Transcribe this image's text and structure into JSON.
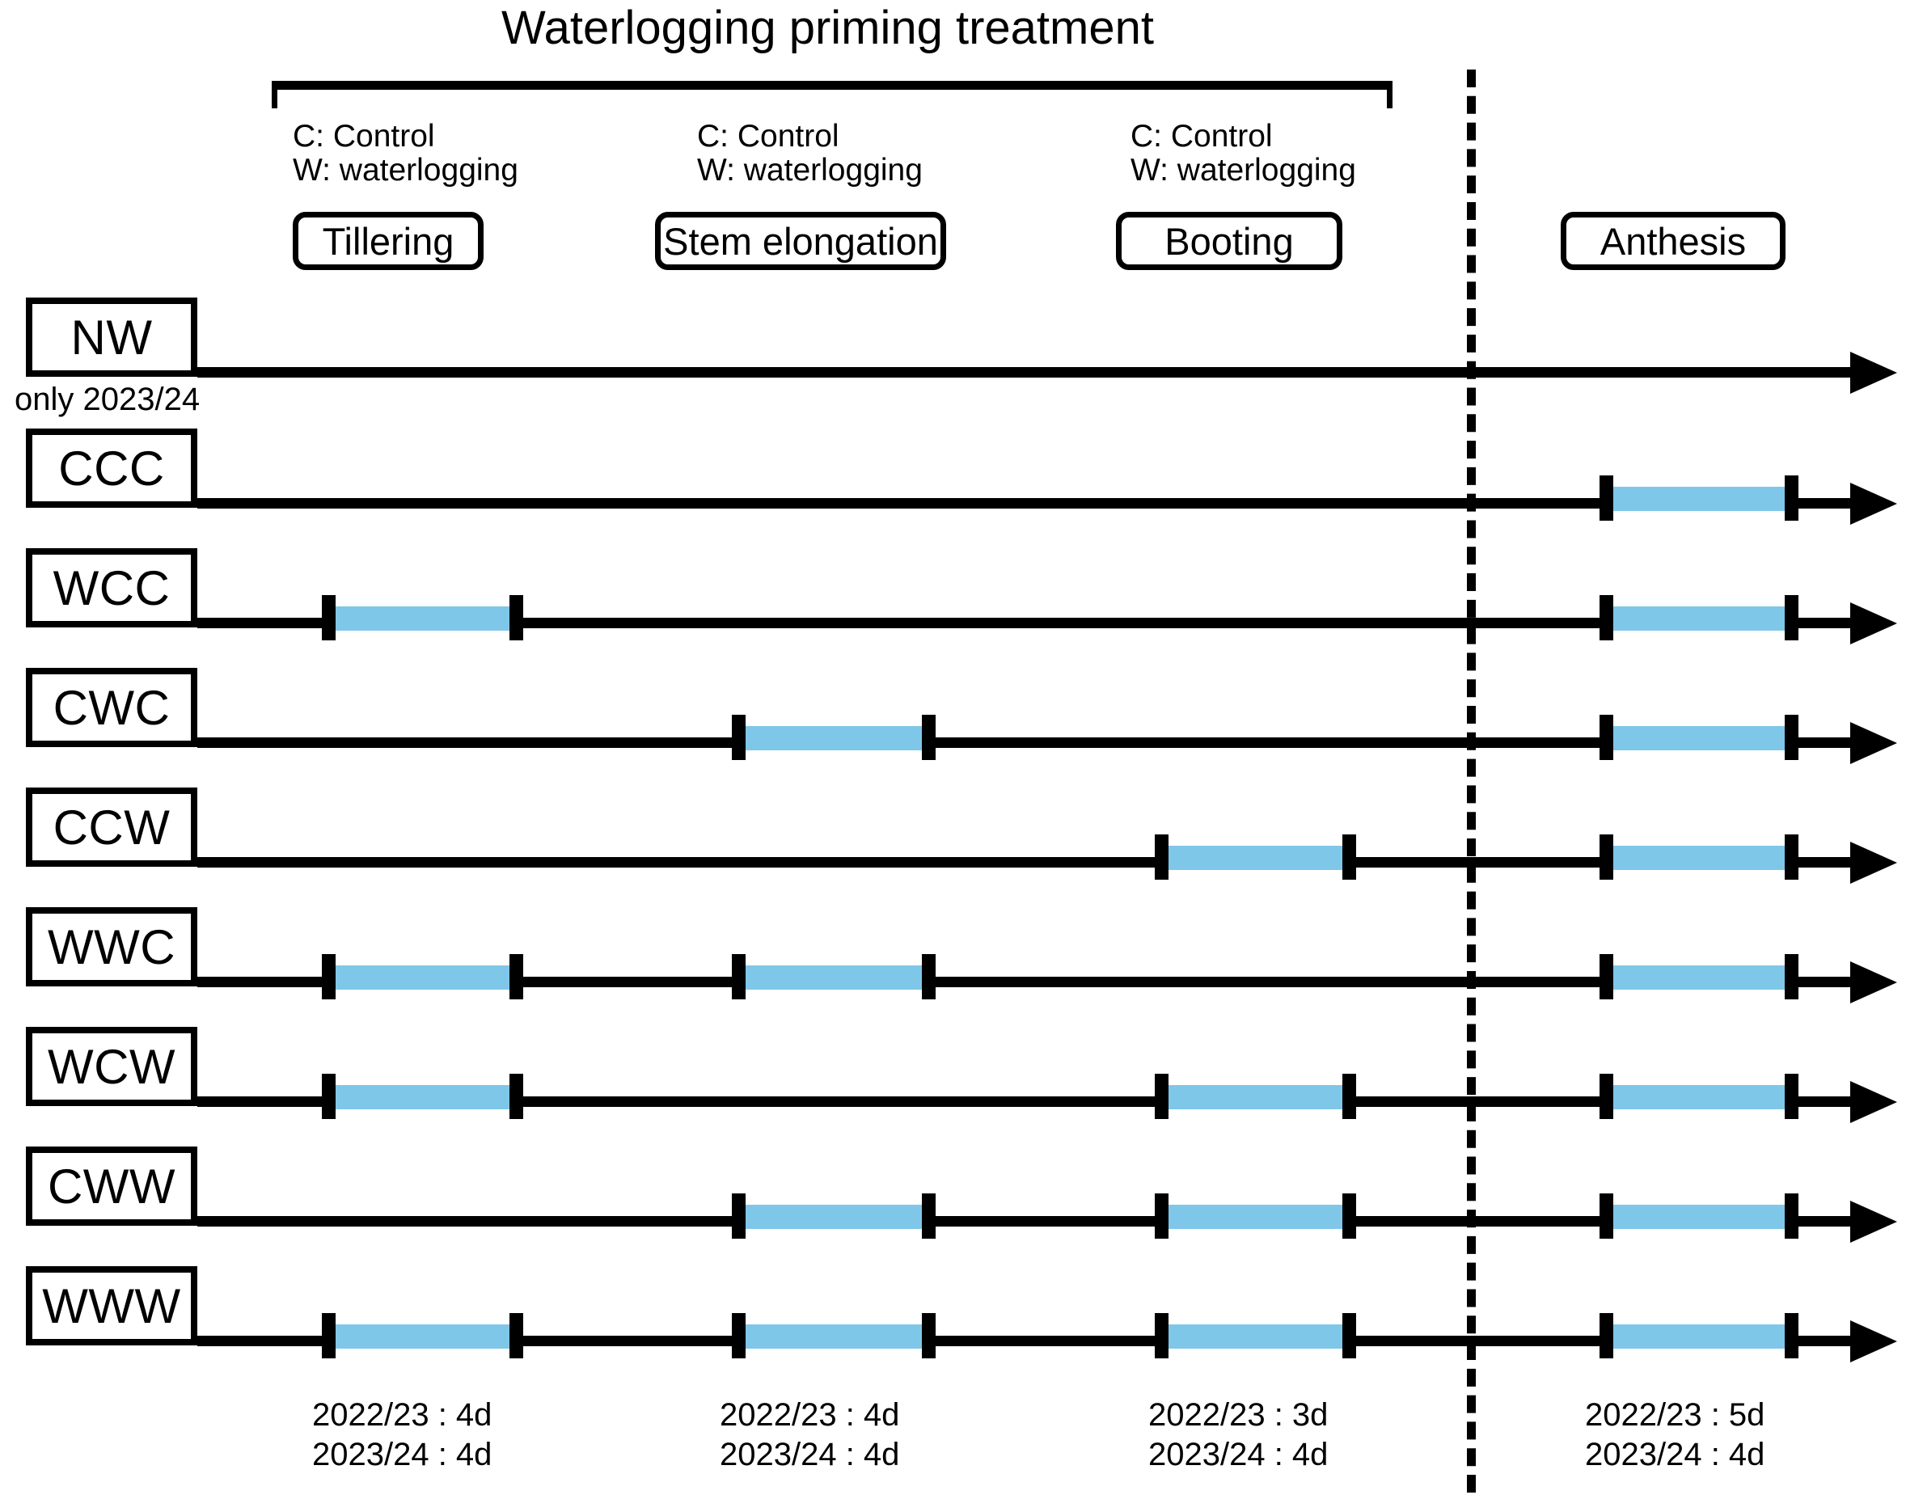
{
  "figure": {
    "title": "Waterlogging priming treatment",
    "note_nw": "only 2023/24"
  },
  "legend": {
    "control": "C: Control",
    "waterlogging": "W: waterlogging"
  },
  "stages": [
    {
      "key": "tillering",
      "label": "Tillering",
      "legend_control": "C: Control",
      "legend_waterlogging": "W: waterlogging",
      "duration_2022_23": "2022/23 : 4d",
      "duration_2023_24": "2023/24 : 4d"
    },
    {
      "key": "stem_elongation",
      "label": "Stem elongation",
      "legend_control": "C: Control",
      "legend_waterlogging": "W: waterlogging",
      "duration_2022_23": "2022/23 : 4d",
      "duration_2023_24": "2023/24 : 4d"
    },
    {
      "key": "booting",
      "label": "Booting",
      "legend_control": "C: Control",
      "legend_waterlogging": "W: waterlogging",
      "duration_2022_23": "2022/23 : 3d",
      "duration_2023_24": "2023/24 : 4d"
    },
    {
      "key": "anthesis",
      "label": "Anthesis",
      "legend_control": "",
      "legend_waterlogging": "",
      "duration_2022_23": "2022/23 : 5d",
      "duration_2023_24": "2023/24 : 4d"
    }
  ],
  "treatments": [
    {
      "label": "NW",
      "tillering": false,
      "stem_elongation": false,
      "booting": false,
      "anthesis": false
    },
    {
      "label": "CCC",
      "tillering": false,
      "stem_elongation": false,
      "booting": false,
      "anthesis": true
    },
    {
      "label": "WCC",
      "tillering": true,
      "stem_elongation": false,
      "booting": false,
      "anthesis": true
    },
    {
      "label": "CWC",
      "tillering": false,
      "stem_elongation": true,
      "booting": false,
      "anthesis": true
    },
    {
      "label": "CCW",
      "tillering": false,
      "stem_elongation": false,
      "booting": true,
      "anthesis": true
    },
    {
      "label": "WWC",
      "tillering": true,
      "stem_elongation": true,
      "booting": false,
      "anthesis": true
    },
    {
      "label": "WCW",
      "tillering": true,
      "stem_elongation": false,
      "booting": true,
      "anthesis": true
    },
    {
      "label": "CWW",
      "tillering": false,
      "stem_elongation": true,
      "booting": true,
      "anthesis": true
    },
    {
      "label": "WWW",
      "tillering": true,
      "stem_elongation": true,
      "booting": true,
      "anthesis": true
    }
  ],
  "colors": {
    "waterlogging_bar": "#7FC7E8",
    "line": "#000000",
    "background": "#FFFFFF"
  }
}
